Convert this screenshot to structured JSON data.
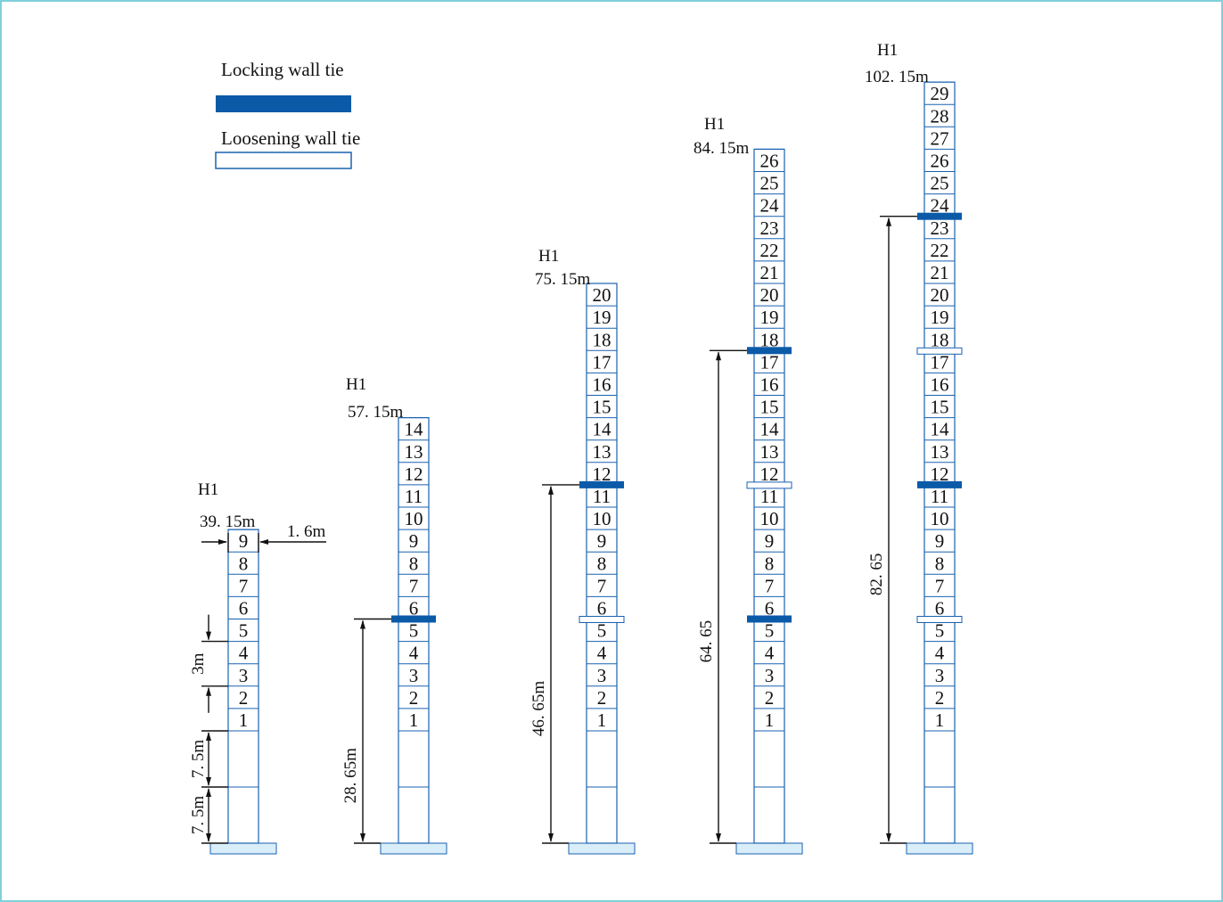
{
  "legend": {
    "locking_label": "Locking wall tie",
    "loosening_label": "Loosening wall tie"
  },
  "colors": {
    "frame": "#7fd0da",
    "line": "#1a62b0",
    "locking": "#0b5aa8",
    "loosening_fill": "#ffffff",
    "base_fill": "#d9eef8",
    "ink": "#111111"
  },
  "towers": [
    {
      "id": "t1",
      "h_label": "H1",
      "height_label": "39. 15m",
      "sections": 9,
      "locking": [],
      "loosening": [],
      "dim_label": "",
      "width_label": "1. 6m",
      "spacing_labels": [
        "3m",
        "7. 5m",
        "7. 5m"
      ]
    },
    {
      "id": "t2",
      "h_label": "H1",
      "height_label": "57. 15m",
      "sections": 14,
      "locking": [
        5
      ],
      "loosening": [],
      "dim_label": "28. 65m"
    },
    {
      "id": "t3",
      "h_label": "H1",
      "height_label": "75. 15m",
      "sections": 20,
      "locking": [
        11
      ],
      "loosening": [
        5
      ],
      "dim_label": "46. 65m"
    },
    {
      "id": "t4",
      "h_label": "H1",
      "height_label": "84. 15m",
      "sections": 26,
      "locking": [
        5,
        17
      ],
      "loosening": [
        11
      ],
      "dim_label": "64. 65"
    },
    {
      "id": "t5",
      "h_label": "H1",
      "height_label": "102. 15m",
      "sections": 29,
      "locking": [
        11,
        23
      ],
      "loosening": [
        5,
        17
      ],
      "dim_label": "82. 65"
    }
  ]
}
